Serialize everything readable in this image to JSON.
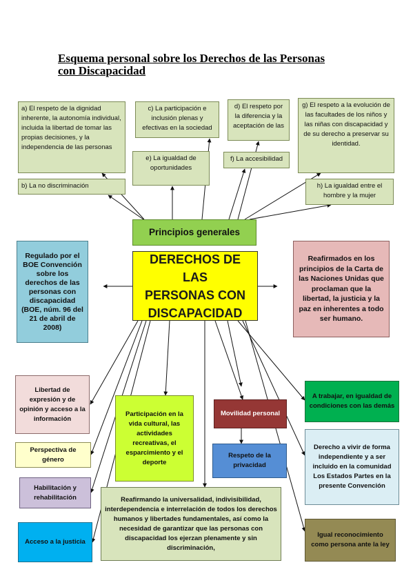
{
  "title": {
    "line1": "Esquema personal sobre los Derechos de las Personas",
    "line2": "con Discapacidad"
  },
  "center": {
    "line1": "DERECHOS DE LAS",
    "line2": "PERSONAS  CON",
    "line3": "DISCAPACIDAD",
    "color": "#ffff00"
  },
  "principles_hub": {
    "label": "Principios generales",
    "color": "#92d050"
  },
  "principles": {
    "a": "a) El respeto de la dignidad inherente, la autonomía individual, incluida la libertad de tomar las propias decisiones, y la independencia de las personas",
    "b": "b) La no discriminación",
    "c": "c) La participación e inclusión plenas y efectivas en la sociedad",
    "d": "d) El respeto por la diferencia y la aceptación de las",
    "e": "e) La igualdad de oportunidades",
    "f": "f) La accesibilidad",
    "g": "g) El respeto a la evolución de las facultades de los niños y las niñas con discapacidad y de su derecho a preservar su identidad.",
    "h": "h) La igualdad entre el hombre y la mujer",
    "color": "#d8e4bc"
  },
  "side": {
    "boe": {
      "text": "Regulado por el BOE Convención sobre los derechos de las personas con discapacidad (BOE, núm. 96 del 21 de abril de 2008)",
      "color": "#92cddc"
    },
    "onu": {
      "text": "Reafirmados en los principios de la Carta de las Naciones Unidas que proclaman que la libertad, la justicia y la paz en inherentes a todo ser humano.",
      "color": "#e6b9b8"
    }
  },
  "rights": {
    "libertad": {
      "text": "Libertad de expresión y de opinión y acceso a la información",
      "color": "#f2dcdb"
    },
    "perspectiva": {
      "text": "Perspectiva de género",
      "color": "#ffffcc"
    },
    "habilitacion": {
      "text": "Habilitación y rehabilitación",
      "color": "#ccc0da"
    },
    "justicia": {
      "text": "Acceso a la justicia",
      "color": "#00b0f0"
    },
    "participacion": {
      "text": "Participación en la vida cultural, las actividades recreativas, el esparcimiento y el deporte",
      "color": "#ccff33"
    },
    "reafirmando": {
      "text": "Reafirmando la universalidad, indivisibilidad, interdependencia e interrelación de todos los derechos humanos y libertades fundamentales, así como la necesidad de garantizar que las personas con discapacidad los ejerzan plenamente y sin discriminación,",
      "color": "#d8e4bc"
    },
    "movilidad": {
      "text": "Movilidad personal",
      "color": "#953735"
    },
    "privacidad": {
      "text": "Respeto de la privacidad",
      "color": "#558ed5"
    },
    "trabajar": {
      "text": "A trabajar, en igualdad de condiciones con las demás",
      "color": "#00b050"
    },
    "vivir": {
      "text": "Derecho a vivir de forma independiente y a ser incluido en la comunidad Los Estados Partes en la presente Convención",
      "color": "#dbeef4"
    },
    "igual": {
      "text": "Igual reconocimiento como persona ante la ley",
      "color": "#948a54"
    }
  }
}
